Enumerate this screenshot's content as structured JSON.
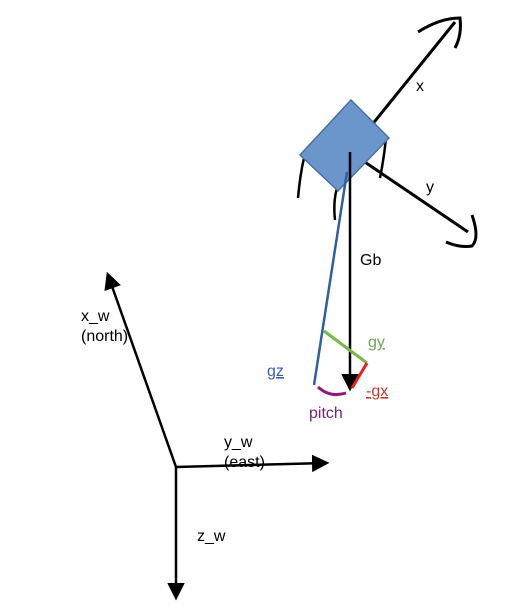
{
  "labels": {
    "x": "x",
    "y": "y",
    "gb": "Gb",
    "gy": "gy",
    "gz": "gz",
    "gx": "-gx",
    "pitch": "pitch",
    "x_w": "x_w",
    "x_w_sub": "(north)",
    "y_w": "y_w",
    "y_w_sub": "(east)",
    "z_w": "z_w"
  },
  "colors": {
    "body_fill": "#6b96cc",
    "body_stroke": "#4a6fa5",
    "gz_line": "#2e5fa3",
    "gy_line": "#7ab648",
    "gx_line": "#e62020",
    "pitch_arc": "#8b1a7a",
    "gz_text": "#3b5ea8",
    "gy_text": "#6aa84f",
    "gx_text": "#c0392b",
    "pitch_text": "#7a1f7a",
    "ink": "#000000"
  }
}
